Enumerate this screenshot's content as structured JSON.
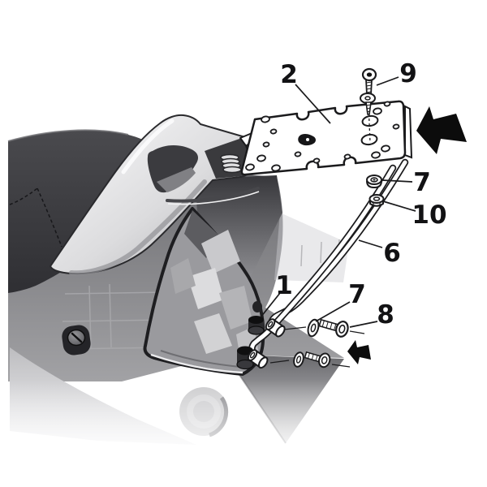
{
  "diagram": {
    "description": "Exploded installation diagram of a motorcycle top-case fitting plate and support stays mounted over the tail of a scooter",
    "background": "#ffffff",
    "colors": {
      "line": "#1b1b1d",
      "label": "#121214",
      "arrow": "#0c0c0c",
      "seat": "#3a3a3e",
      "body": "#77777b",
      "rail": "#d9d9db",
      "tail_light": "#9a9a9e"
    },
    "callouts": {
      "c1": {
        "label": "1"
      },
      "c2": {
        "label": "2"
      },
      "c6": {
        "label": "6"
      },
      "c7_upper": {
        "label": "7"
      },
      "c7_lower": {
        "label": "7"
      },
      "c8": {
        "label": "8"
      },
      "c9": {
        "label": "9"
      },
      "c10": {
        "label": "10"
      }
    },
    "icons": {
      "large_arrow": "left-direction-arrow",
      "small_arrow": "left-direction-arrow"
    }
  }
}
